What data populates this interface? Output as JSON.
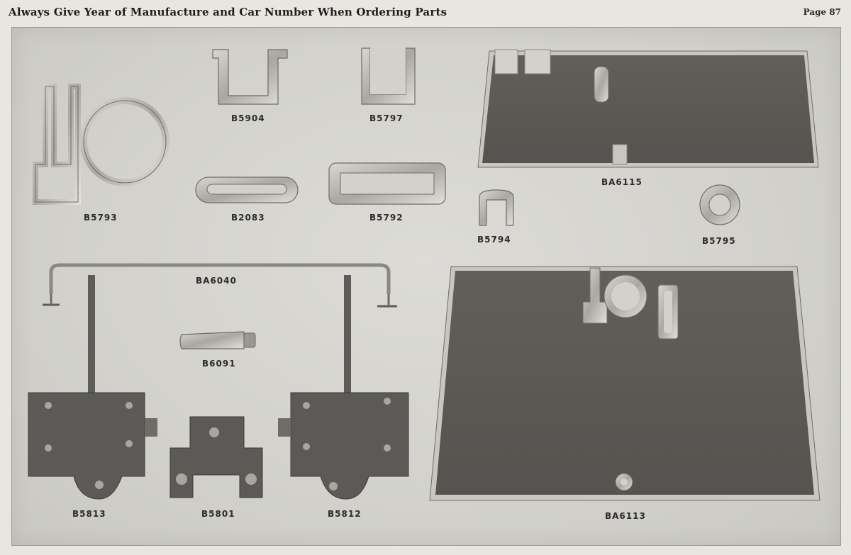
{
  "header": {
    "title": "Always Give Year of Manufacture and Car Number When Ordering Parts",
    "page": "Page 87"
  },
  "parts": {
    "b5904": "B5904",
    "b5797": "B5797",
    "ba6115": "BA6115",
    "b5793": "B5793",
    "b2083": "B2083",
    "b5792": "B5792",
    "b5794": "B5794",
    "b5795": "B5795",
    "ba6040": "BA6040",
    "b6091": "B6091",
    "ba6113": "BA6113",
    "b5813": "B5813",
    "b5801": "B5801",
    "b5812": "B5812"
  },
  "colors": {
    "paper": "#e8e6e0",
    "plate": "#d4d3ce",
    "board": "#5d5c58",
    "metal": "#b9b7b0",
    "metal_dark": "#7d7b75"
  }
}
